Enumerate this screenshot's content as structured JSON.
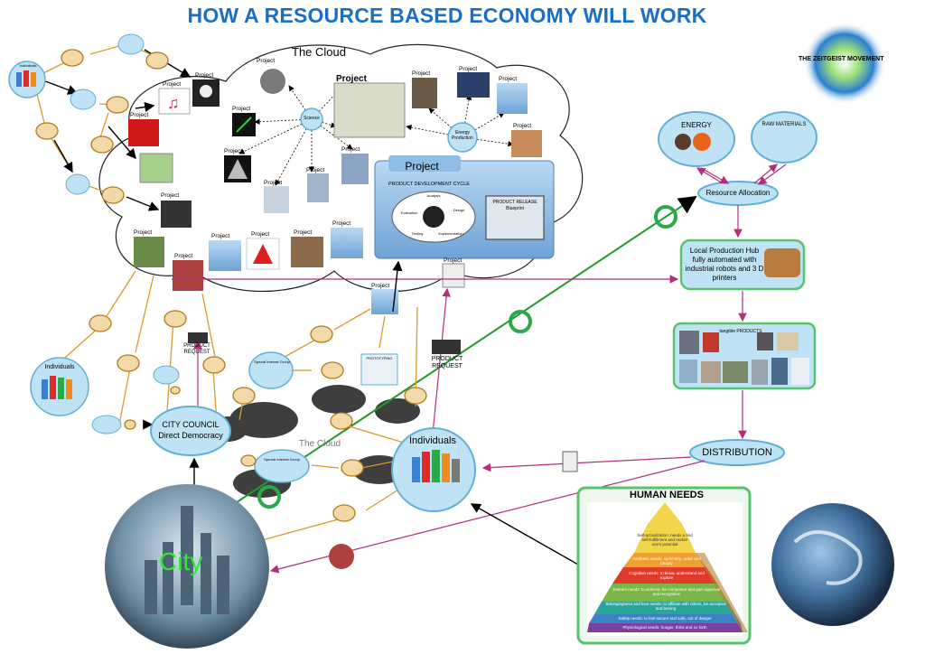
{
  "title": "HOW A RESOURCE BASED ECONOMY WILL WORK",
  "logo_text": "THE ZEITGEIST MOVEMENT",
  "cloud": {
    "title": "The Cloud",
    "project_label": "Project",
    "big_project": "Project",
    "science": "Science",
    "energy_production": "Energy Production",
    "pdc_title": "PRODUCT DEVELOPMENT CYCLE",
    "pdc_steps": [
      "Analysis",
      "Design",
      "Implementation",
      "Testing",
      "Evaluation"
    ],
    "release_title": "PRODUCT RELEASE",
    "release_sub": "Blueprint"
  },
  "nodes": {
    "energy": "ENERGY",
    "raw_materials": "RAW MATERIALS",
    "resource_allocation": "Resource Allocation",
    "local_hub": "Local Production Hub fully automated with industrial robots and 3 D printers",
    "tangible_products": "tangible PRODUCTS",
    "distribution": "DISTRIBUTION",
    "city_council_1": "CITY COUNCIL",
    "city_council_2": "Direct Democracy",
    "individuals_main": "Individuals",
    "individuals_left": "Individuals",
    "individuals_top": "Individuals",
    "sig_1": "Special Interest Group",
    "sig_2": "Special Interest Group",
    "product_request_1": "PRODUCT REQUEST",
    "product_request_2": "PRODUCT REQUEST",
    "prototyping": "PROTOTYPING",
    "city": "City",
    "human_needs": "HUMAN NEEDS",
    "shadow_text": "The Cloud"
  },
  "pyramid": [
    {
      "text": "Self-actualization: needs a find self-fulfillment and realize one's potential",
      "color": "#f2d64a"
    },
    {
      "text": "Aesthetic needs: symmetry, order and beauty",
      "color": "#f0a030"
    },
    {
      "text": "Cognitive needs: to know, understand and explore",
      "color": "#e03a2a"
    },
    {
      "text": "Esteem needs: to achieve, be competent and gain approval and recognition",
      "color": "#7ab648"
    },
    {
      "text": "Belongingness and love needs: to affiliate with others, be accepted and belong",
      "color": "#2aa59a"
    },
    {
      "text": "Safety needs: to feel secure and safe, out of danger",
      "color": "#3b82c4"
    },
    {
      "text": "Physiological needs: hunger, thirst and so forth",
      "color": "#7b3fa0"
    }
  ],
  "colors": {
    "title": "#1a6fc4",
    "bubble_fill": "#bfe3f5",
    "bubble_stroke": "#5fb0d8",
    "green_frame": "#55c46a",
    "orange_line": "#d89a2a",
    "magenta_line": "#b0307e",
    "green_line": "#1f9a2a"
  }
}
